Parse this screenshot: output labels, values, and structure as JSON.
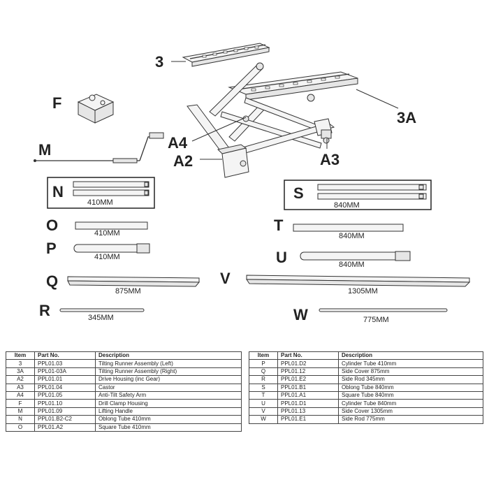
{
  "labels": {
    "l3": "3",
    "l3a": "3A",
    "lf": "F",
    "lm": "M",
    "la4": "A4",
    "la2": "A2",
    "la3": "A3",
    "ln": "N",
    "ls": "S",
    "lo": "O",
    "lt": "T",
    "lp": "P",
    "lu": "U",
    "lq": "Q",
    "lv": "V",
    "lr": "R",
    "lw": "W"
  },
  "dimensions": {
    "n": "410MM",
    "s": "840MM",
    "o": "410MM",
    "t": "840MM",
    "p": "410MM",
    "u": "840MM",
    "q": "875MM",
    "v": "1305MM",
    "r": "345MM",
    "w": "775MM"
  },
  "table_headers": {
    "item": "Item",
    "part": "Part No.",
    "desc": "Description"
  },
  "table_left": [
    {
      "item": "3",
      "part": "PPL01.03",
      "desc": "Tilting Runner Assembly (Left)"
    },
    {
      "item": "3A",
      "part": "PPL01-03A",
      "desc": "Tilting Runner Assembly (Right)"
    },
    {
      "item": "A2",
      "part": "PPL01.01",
      "desc": "Drive Housing (inc Gear)"
    },
    {
      "item": "A3",
      "part": "PPL01.04",
      "desc": "Castor"
    },
    {
      "item": "A4",
      "part": "PPL01.05",
      "desc": "Anti-Tilt Safety Arm"
    },
    {
      "item": "F",
      "part": "PPL01.10",
      "desc": "Drill Clamp Housing"
    },
    {
      "item": "M",
      "part": "PPL01.09",
      "desc": "Lifting Handle"
    },
    {
      "item": "N",
      "part": "PPL01.B2-C2",
      "desc": "Oblong Tube 410mm"
    },
    {
      "item": "O",
      "part": "PPL01.A2",
      "desc": "Square Tube 410mm"
    }
  ],
  "table_right": [
    {
      "item": "P",
      "part": "PPL01.D2",
      "desc": "Cylinder Tube 410mm"
    },
    {
      "item": "Q",
      "part": "PPL01.12",
      "desc": "Side Cover 875mm"
    },
    {
      "item": "R",
      "part": "PPL01.E2",
      "desc": "Side Rod 345mm"
    },
    {
      "item": "S",
      "part": "PPL01.B1",
      "desc": "Oblong Tube 840mm"
    },
    {
      "item": "T",
      "part": "PPL01.A1",
      "desc": "Square Tube  840mm"
    },
    {
      "item": "U",
      "part": "PPL01.D1",
      "desc": "Cylinder Tube 840mm"
    },
    {
      "item": "V",
      "part": "PPL01.13",
      "desc": "Side Cover 1305mm"
    },
    {
      "item": "W",
      "part": "PPL01.E1",
      "desc": "Side Rod 775mm"
    }
  ]
}
